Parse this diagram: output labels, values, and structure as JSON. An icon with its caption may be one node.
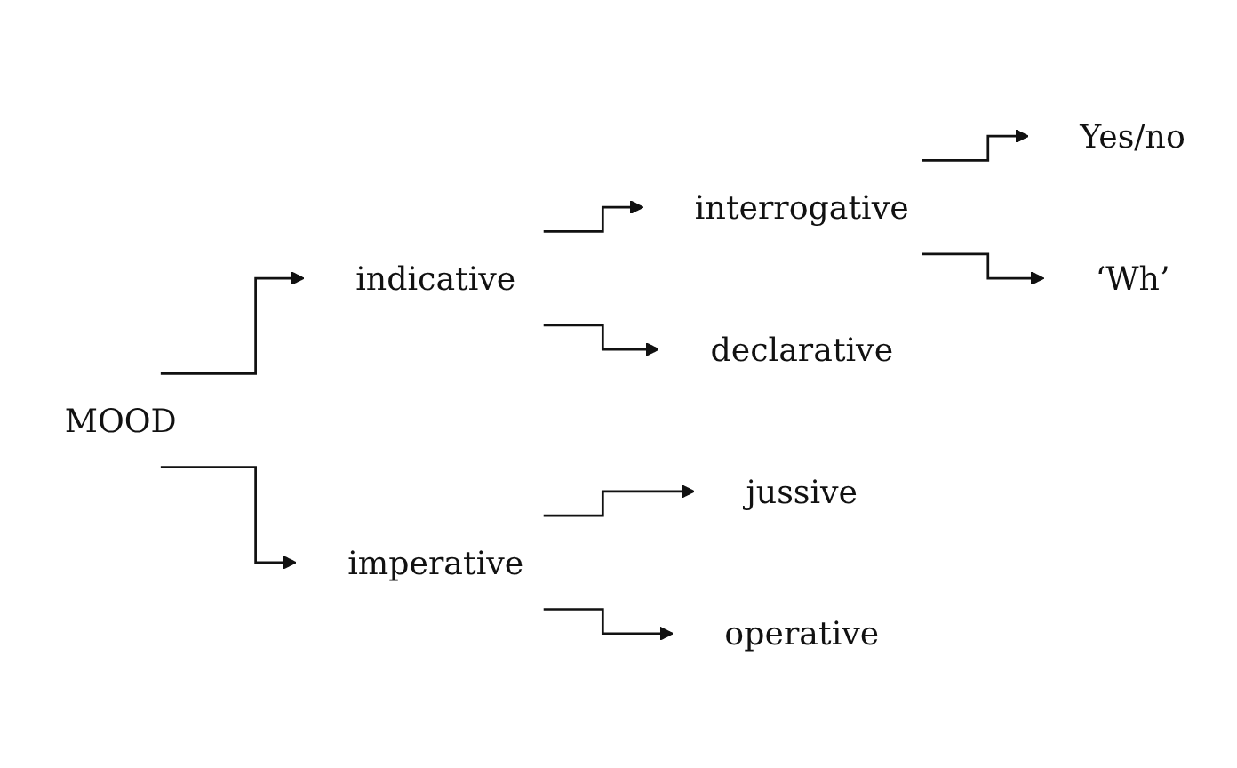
{
  "diagram": {
    "nodes": [
      {
        "text": [
          "MOOD"
        ]
      },
      {
        "text": [
          "indicative"
        ]
      },
      {
        "text": [
          "imperative"
        ]
      },
      {
        "text": [
          "interrogative"
        ]
      },
      {
        "text": [
          "declarative"
        ]
      },
      {
        "text": [
          "Yes/no"
        ]
      },
      {
        "text": [
          "‘Wh’"
        ]
      },
      {
        "text": [
          "jussive"
        ]
      },
      {
        "text": [
          "operative"
        ]
      }
    ],
    "edges": [
      {
        "from": 0,
        "to": 1,
        "arrow": "to"
      },
      {
        "from": 0,
        "to": 2,
        "arrow": "to"
      },
      {
        "from": 1,
        "to": 3,
        "arrow": "to"
      },
      {
        "from": 1,
        "to": 4,
        "arrow": "to"
      },
      {
        "from": 3,
        "to": 5,
        "arrow": "to"
      },
      {
        "from": 3,
        "to": 6,
        "arrow": "to"
      },
      {
        "from": 2,
        "to": 7,
        "arrow": "to"
      },
      {
        "from": 2,
        "to": 8,
        "arrow": "to"
      }
    ]
  }
}
